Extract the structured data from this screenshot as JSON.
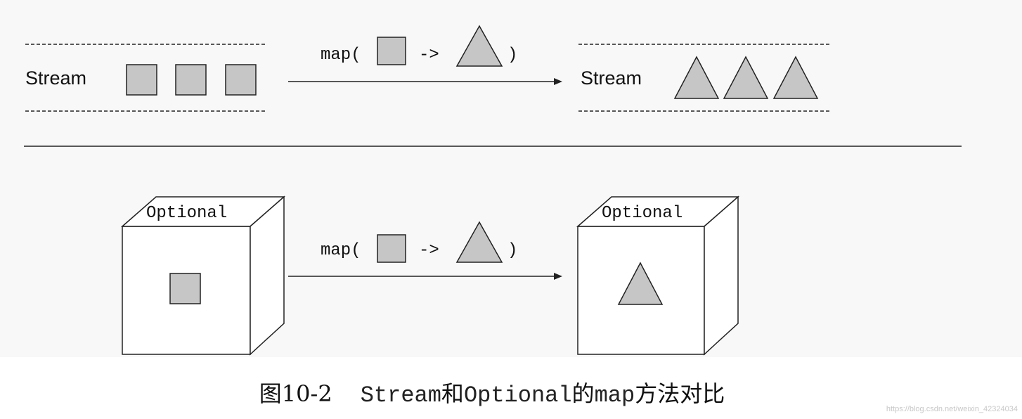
{
  "top_section": {
    "left_label": "Stream",
    "right_label": "Stream",
    "arrow_prefix": "map(",
    "arrow_op": "->",
    "arrow_suffix": ")"
  },
  "bottom_section": {
    "left_box_label": "Optional",
    "right_box_label": "Optional",
    "arrow_prefix": "map(",
    "arrow_op": "->",
    "arrow_suffix": ")"
  },
  "caption": {
    "prefix": "图10-2",
    "part1": "Stream",
    "join": "和",
    "part2": "Optional",
    "join2": "的",
    "part3": "map",
    "suffix": "方法对比"
  },
  "watermark": "https://blog.csdn.net/weixin_42324034",
  "colors": {
    "fill": "#c6c6c6",
    "stroke": "#222222"
  }
}
